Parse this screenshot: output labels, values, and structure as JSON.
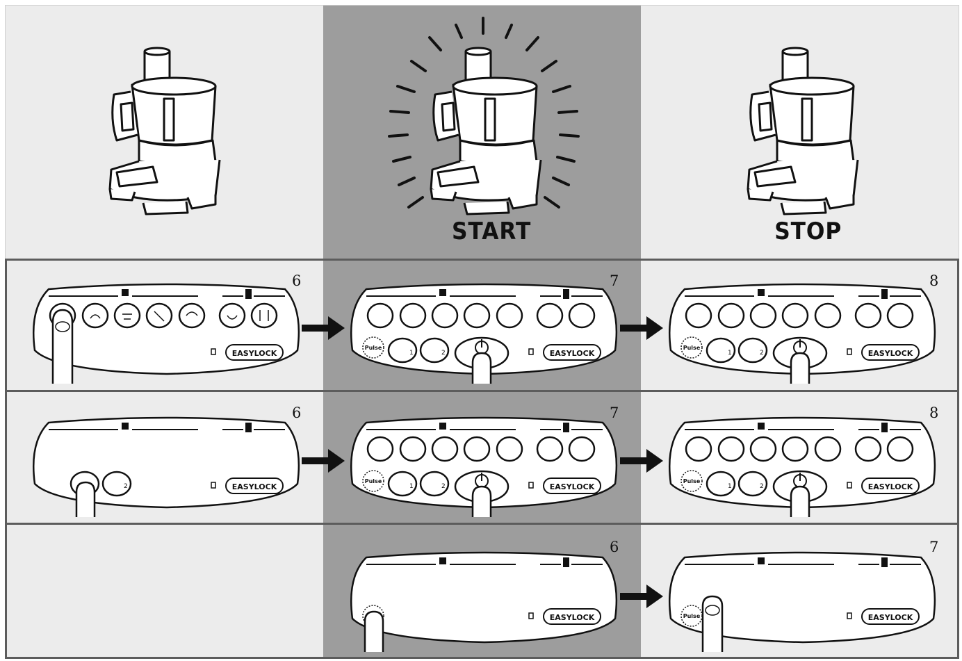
{
  "header": {
    "start_label": "START",
    "stop_label": "STOP"
  },
  "rows": [
    {
      "steps": [
        "6",
        "7",
        "8"
      ]
    },
    {
      "steps": [
        "6",
        "7",
        "8"
      ]
    },
    {
      "steps": [
        "6",
        "7"
      ]
    }
  ],
  "panel": {
    "pulse_label": "Pulse",
    "brand_label": "EASYLOCK",
    "speed1_label": "1",
    "speed2_label": "2"
  },
  "colors": {
    "light_panel": "#ececec",
    "dark_panel": "#9d9d9d",
    "grid_border": "#5c5c5c"
  }
}
